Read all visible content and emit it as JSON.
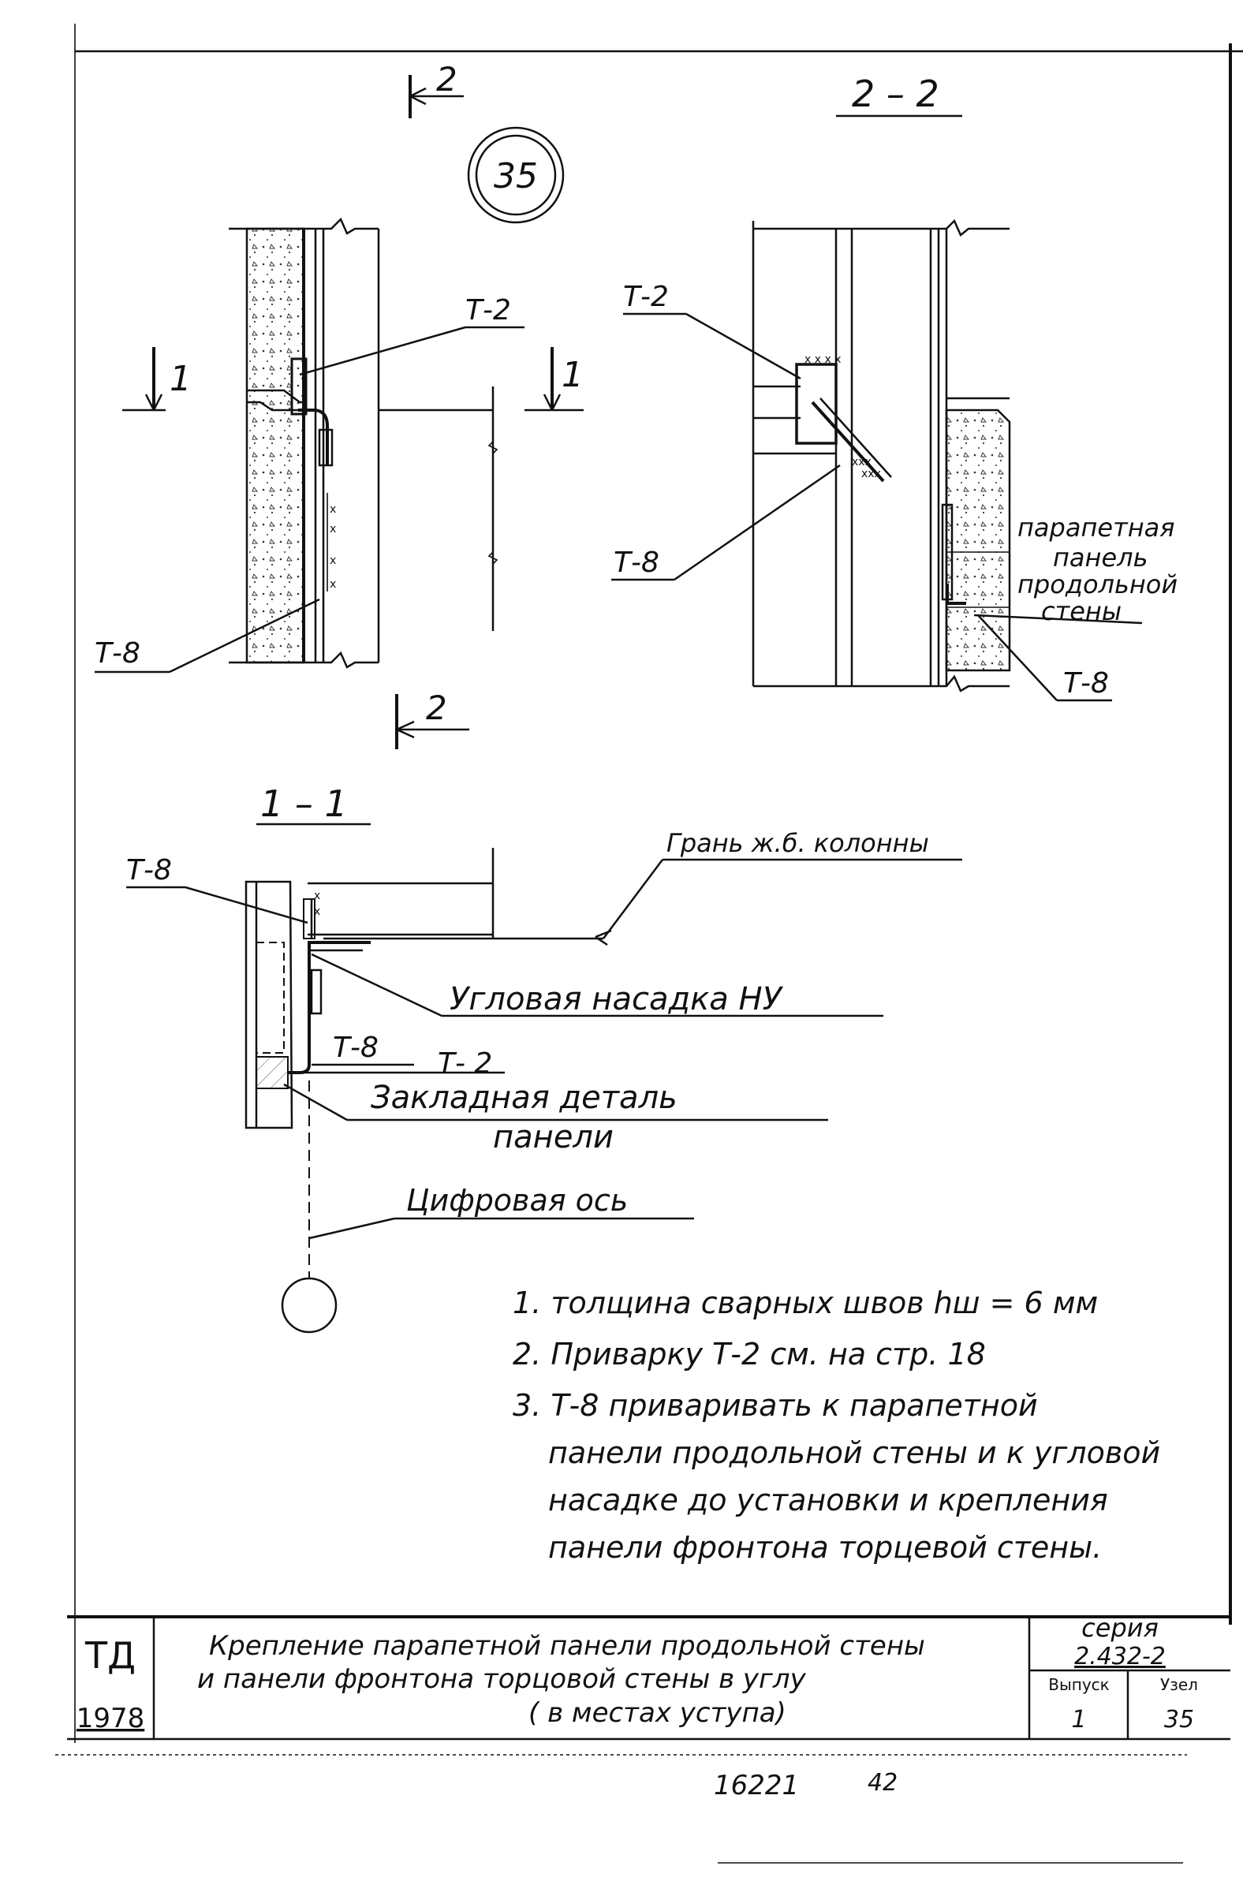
{
  "sheet_badge": "35",
  "section_marks": {
    "top_cut": "2",
    "bottom_cut": "2",
    "left_cut": "1",
    "right_cut": "1"
  },
  "titles": {
    "section_22": "2 – 2",
    "section_11": "1 – 1"
  },
  "labels": {
    "t2_elev": "Т-2",
    "t8_elev": "Т-8",
    "t2_sec22": "Т-2",
    "t8_sec22": "Т-8",
    "t8_sec22_right": "Т-8",
    "parapet_1": "парапетная",
    "parapet_2": "панель",
    "parapet_3": "продольной",
    "parapet_4": "стены",
    "t8_sec11_top": "Т-8",
    "column_face": "Грань ж.б. колонны",
    "corner_nozzle": "Угловая насадка НУ",
    "t8_sec11_mid": "Т-8",
    "t2_sec11": "Т- 2",
    "embedded_1": "Закладная деталь",
    "embedded_2": "панели",
    "axis": "Цифровая ось"
  },
  "notes": [
    "1. толщина сварных швов hш = 6 мм",
    "2. Приварку Т-2 см. на стр. 18",
    "3. Т-8 приваривать к парапетной",
    "панели продольной стены и к угловой",
    "насадке до установки и крепления",
    "панели фронтона торцевой стены."
  ],
  "title_block": {
    "code": "ТД",
    "year": "1978",
    "title_line1": "Крепление парапетной панели продольной стены",
    "title_line2": "и панели фронтона торцовой стены в углу",
    "title_line3": "( в местах уступа)",
    "series_label": "серия",
    "series_value": "2.432-2",
    "issue_label": "Выпуск",
    "issue_value": "1",
    "node_label": "Узел",
    "node_value": "35"
  },
  "footer_numbers": {
    "doc_number": "16221",
    "sheet_number": "42"
  }
}
